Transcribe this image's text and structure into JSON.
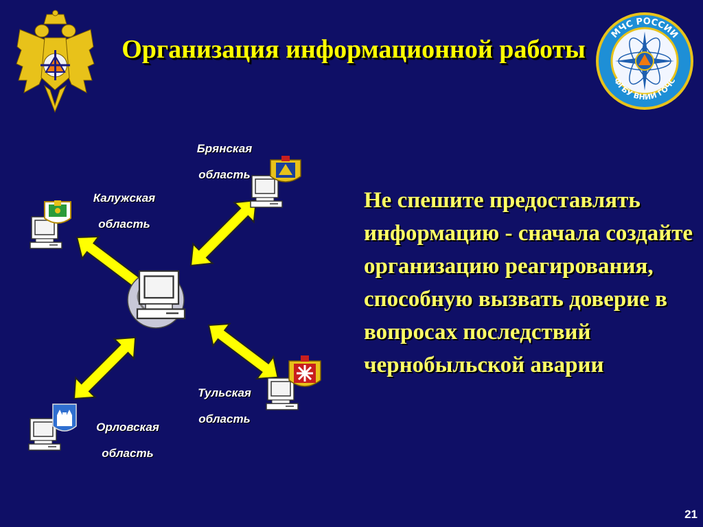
{
  "slide": {
    "title": "Организация информационной работы",
    "message": "Не спешите предоставлять информацию - сначала создайте организацию реагирования, способную вызвать доверие в вопросах последствий чернобыльской аварии",
    "page_number": "21"
  },
  "nodes": [
    {
      "line1": "Брянская",
      "line2": "область"
    },
    {
      "line1": "Калужская",
      "line2": "область"
    },
    {
      "line1": "Тульская",
      "line2": "область"
    },
    {
      "line1": "Орловская",
      "line2": "область"
    }
  ],
  "colors": {
    "background": "#0f0f66",
    "title": "#ffff00",
    "message": "#ffff66",
    "arrow": "#ffff00",
    "emblem_gold": "#e8c21a"
  },
  "icons": [
    "mchs-eagle-emblem",
    "mchs-round-emblem",
    "computer-icon",
    "coat-of-arms-icon",
    "double-arrow"
  ]
}
